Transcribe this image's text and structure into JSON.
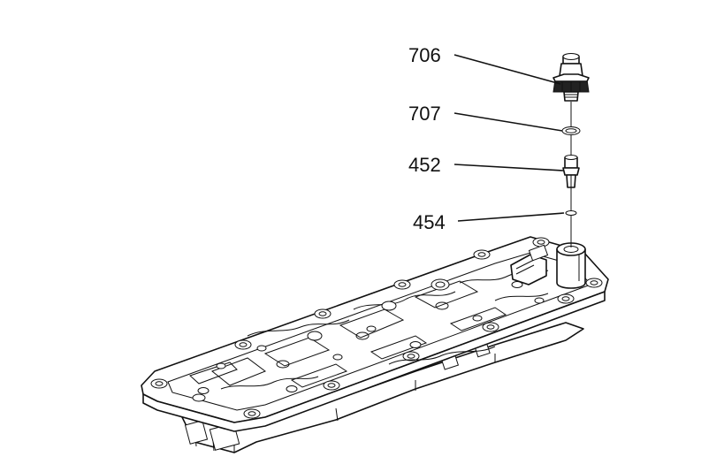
{
  "callouts": [
    {
      "id": "706",
      "label": "706"
    },
    {
      "id": "707",
      "label": "707"
    },
    {
      "id": "452",
      "label": "452"
    },
    {
      "id": "454",
      "label": "454"
    }
  ]
}
